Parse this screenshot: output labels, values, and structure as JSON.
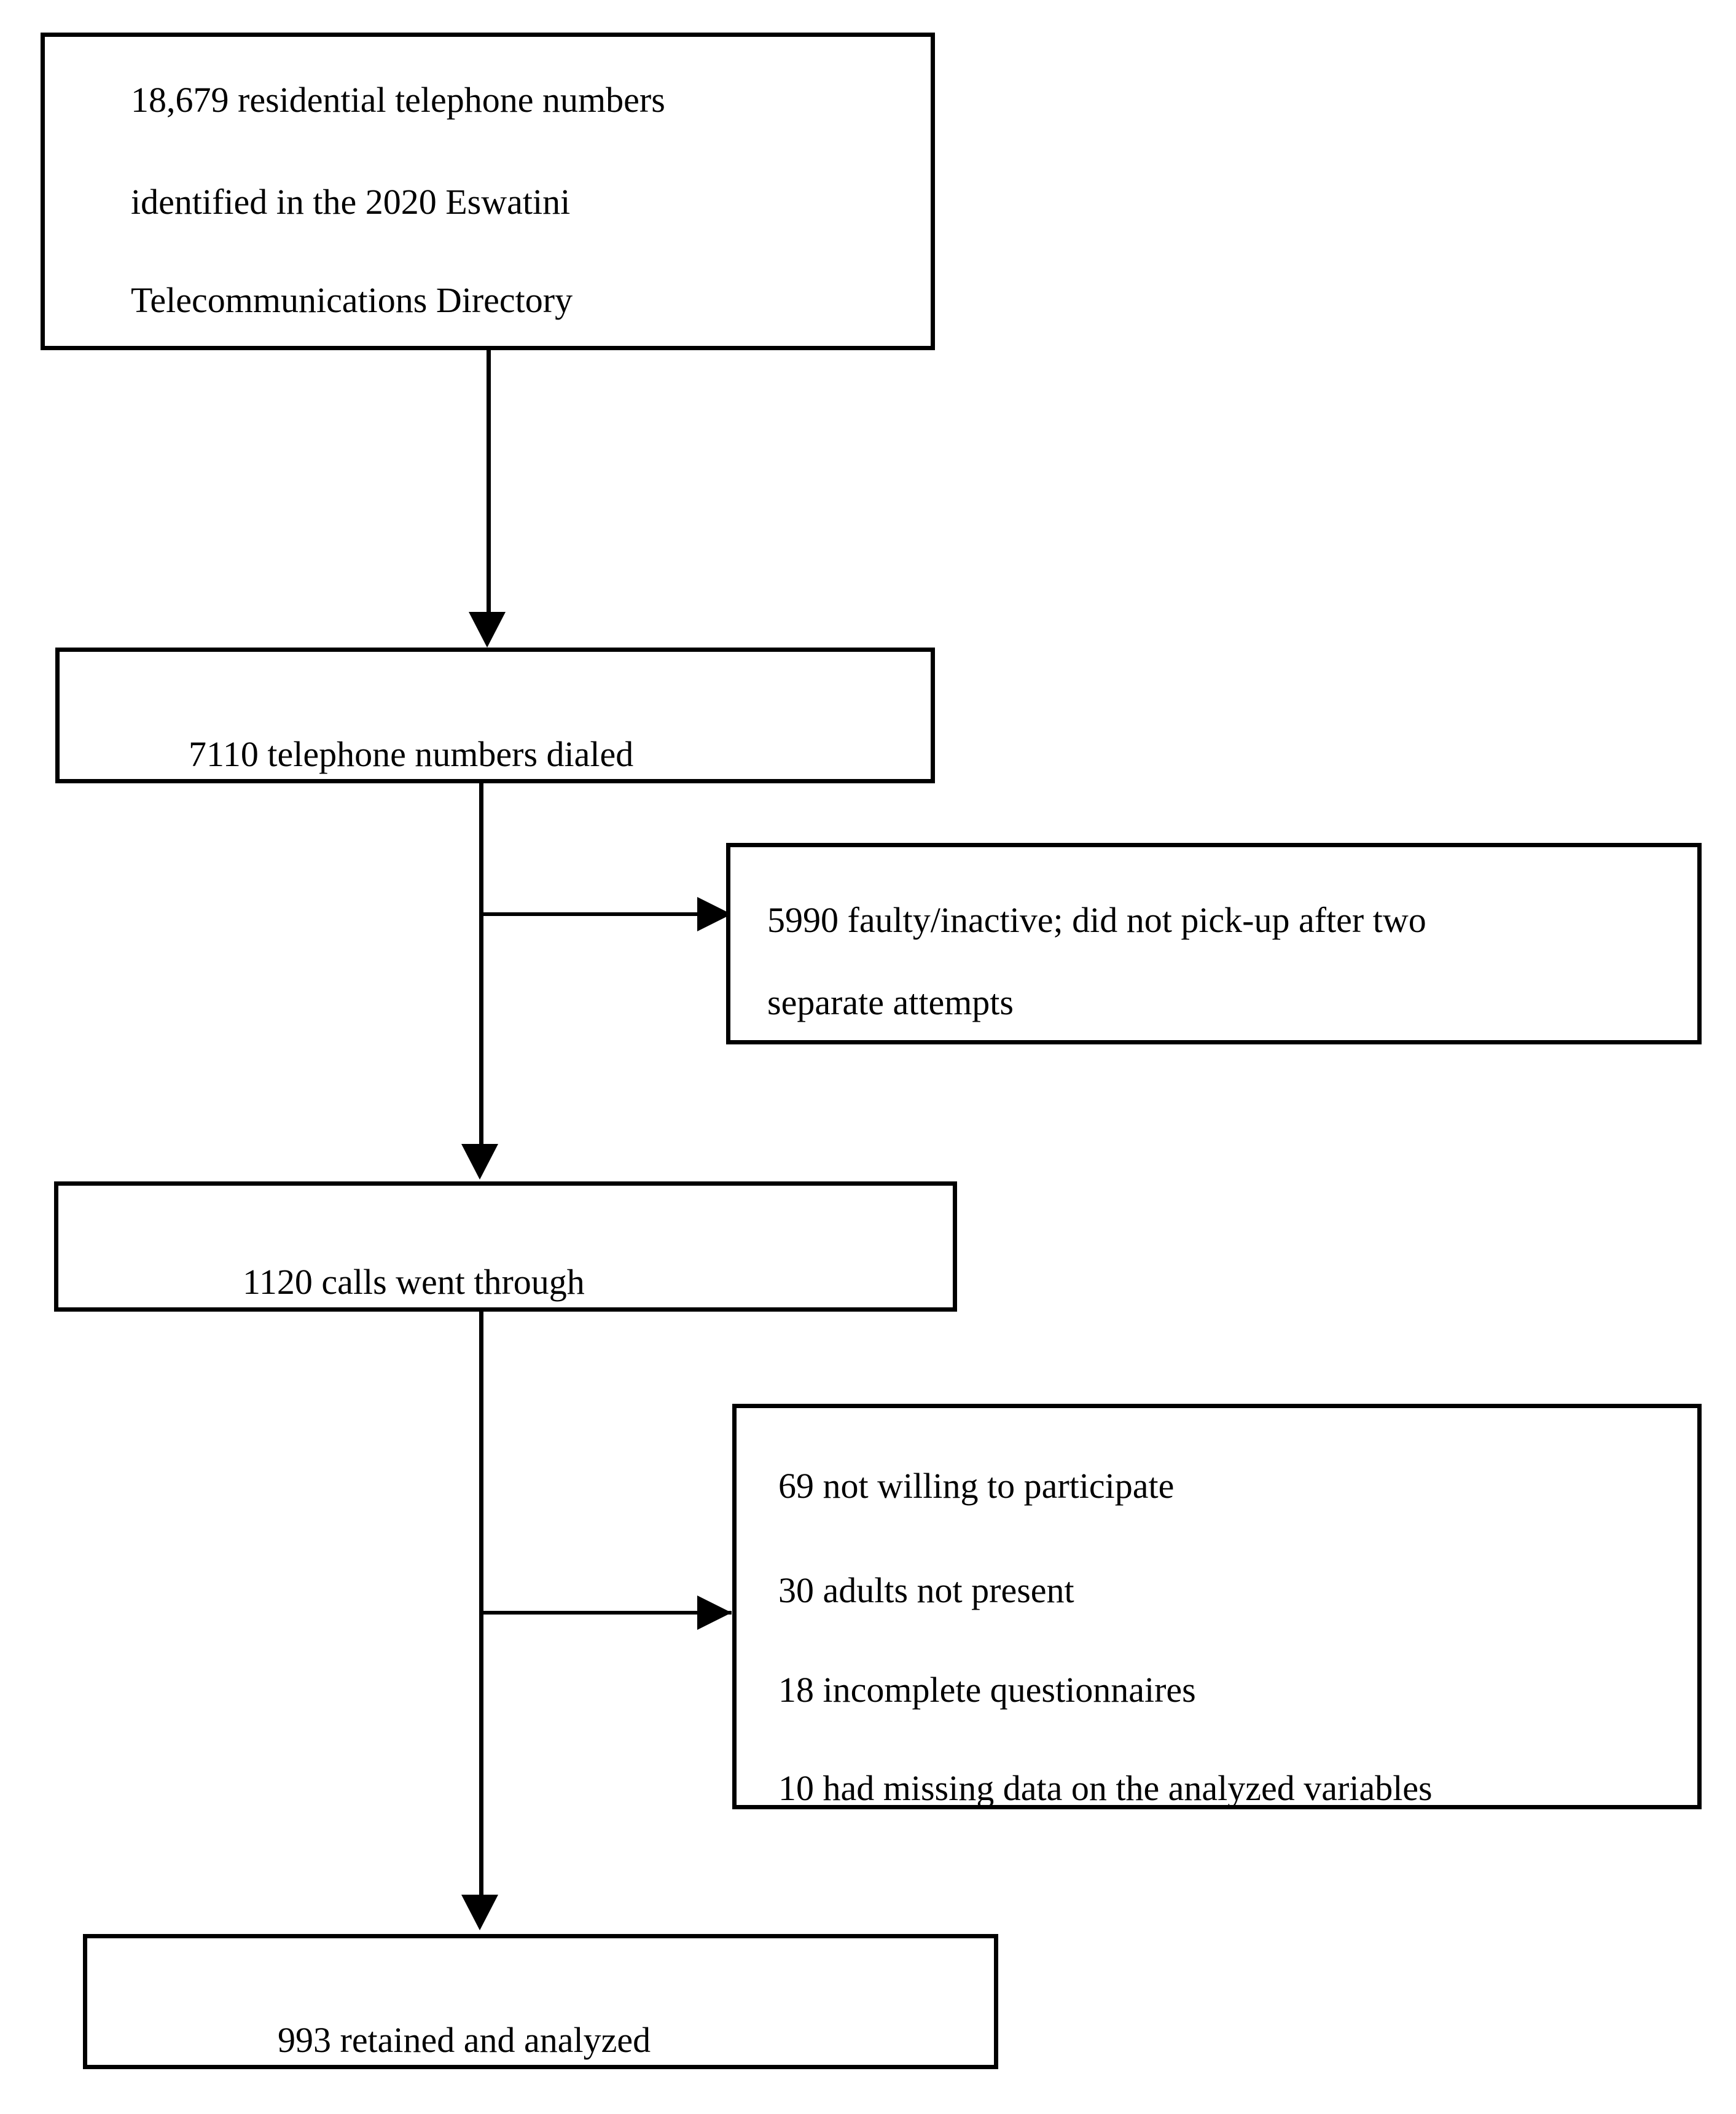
{
  "flowchart": {
    "title": "Participant recruitment flow diagram",
    "nodes": {
      "box1": {
        "name": "source-population",
        "line1": "18,679 residential telephone numbers",
        "line2": "identified in the 2020 Eswatini",
        "line3": "Telecommunications Directory"
      },
      "box2": {
        "name": "numbers-dialed",
        "line1": "7110 telephone numbers dialed"
      },
      "box3": {
        "name": "calls-connected",
        "line1": "1120 calls went through"
      },
      "box4": {
        "name": "final-analytic-sample",
        "line1": "993 retained and analyzed"
      },
      "sideA": {
        "name": "exclusions-dialing",
        "line1": "5990 faulty/inactive; did not pick-up after two",
        "line2": "separate attempts"
      },
      "sideB": {
        "name": "exclusions-participation",
        "line1": "69 not willing to participate",
        "line2": "30 adults not present",
        "line3": "18 incomplete questionnaires",
        "line4": "10 had missing data on the analyzed variables"
      }
    },
    "connectors": [
      {
        "name": "arrow-box1-to-box2",
        "direction": "down"
      },
      {
        "name": "arrow-box2-to-box3",
        "direction": "down"
      },
      {
        "name": "arrow-box2-to-sideA",
        "direction": "right"
      },
      {
        "name": "arrow-box3-to-box4",
        "direction": "down"
      },
      {
        "name": "arrow-box3-to-sideB",
        "direction": "right"
      }
    ],
    "colors": {
      "stroke": "#000000",
      "fill": "#ffffff",
      "text": "#000000"
    }
  }
}
